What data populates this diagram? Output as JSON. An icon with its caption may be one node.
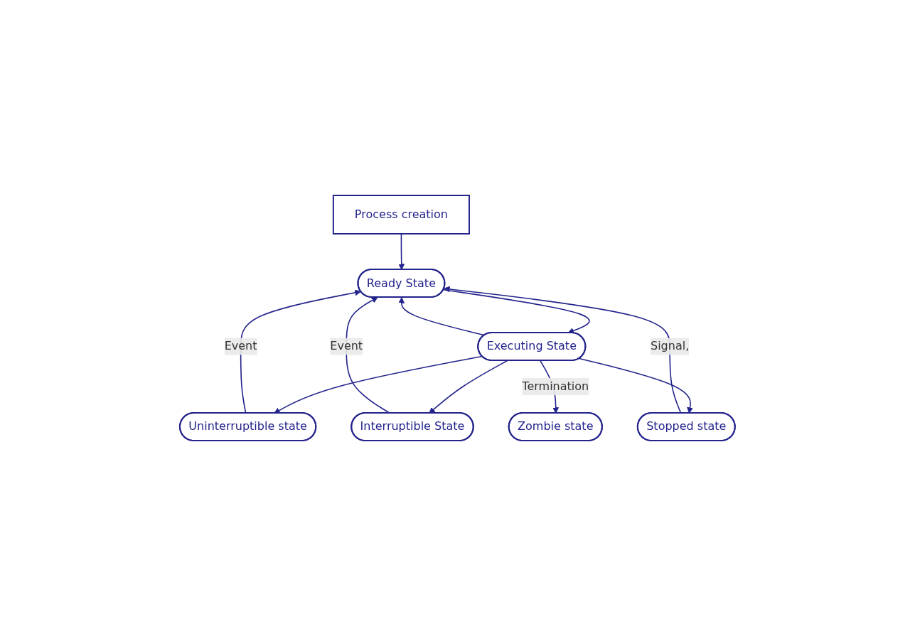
{
  "diagram": {
    "nodes": [
      {
        "text": [
          "Process creation"
        ]
      },
      {
        "text": [
          "Ready State"
        ]
      },
      {
        "text": [
          "Uninterruptible state"
        ]
      },
      {
        "text": [
          "Interruptible State"
        ]
      },
      {
        "text": [
          "Executing State"
        ]
      },
      {
        "text": [
          "Stopped state"
        ]
      },
      {
        "text": [
          "Zombie state"
        ]
      }
    ],
    "edges": [
      {
        "from": 0,
        "to": 1,
        "arrow": "to"
      },
      {
        "from": 2,
        "to": 1,
        "arrow": "to",
        "label": "Event"
      },
      {
        "from": 3,
        "to": 1,
        "arrow": "to",
        "label": "Event"
      },
      {
        "from": 1,
        "to": 4,
        "arrow": "to"
      },
      {
        "from": 4,
        "to": 1,
        "arrow": "to"
      },
      {
        "from": 4,
        "to": 2,
        "arrow": "to"
      },
      {
        "from": 4,
        "to": 3,
        "arrow": "to"
      },
      {
        "from": 4,
        "to": 5,
        "arrow": "to"
      },
      {
        "from": 5,
        "to": 1,
        "arrow": "to",
        "label": "Signal,"
      },
      {
        "from": 4,
        "to": 6,
        "arrow": "to",
        "label": "Termination"
      }
    ]
  }
}
